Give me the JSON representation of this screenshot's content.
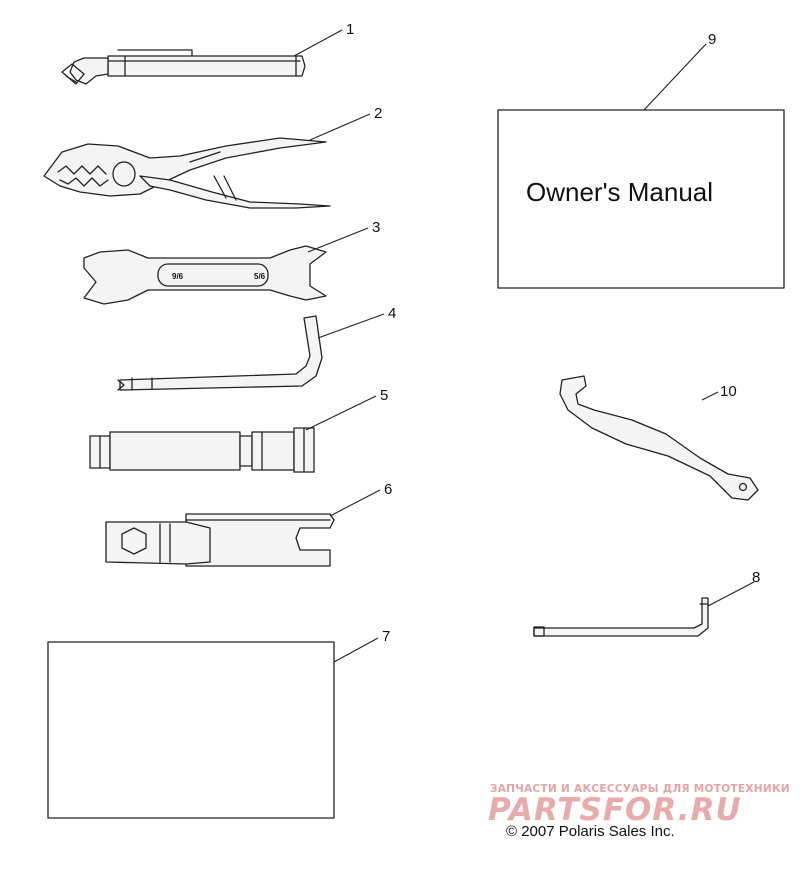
{
  "callouts": {
    "c1": "1",
    "c2": "2",
    "c3": "3",
    "c4": "4",
    "c5": "5",
    "c6": "6",
    "c7": "7",
    "c8": "8",
    "c9": "9",
    "c10": "10"
  },
  "wrench_marks": {
    "left": "9/6",
    "right": "5/6"
  },
  "manual": {
    "title": "Owner's Manual"
  },
  "watermark": {
    "tagline": "ЗАПЧАСТИ И АКСЕССУАРЫ ДЛЯ МОТОТЕХНИКИ",
    "logo": "PARTSFOR.RU",
    "color": "#e9aaaa"
  },
  "copyright": "© 2007 Polaris Sales Inc."
}
